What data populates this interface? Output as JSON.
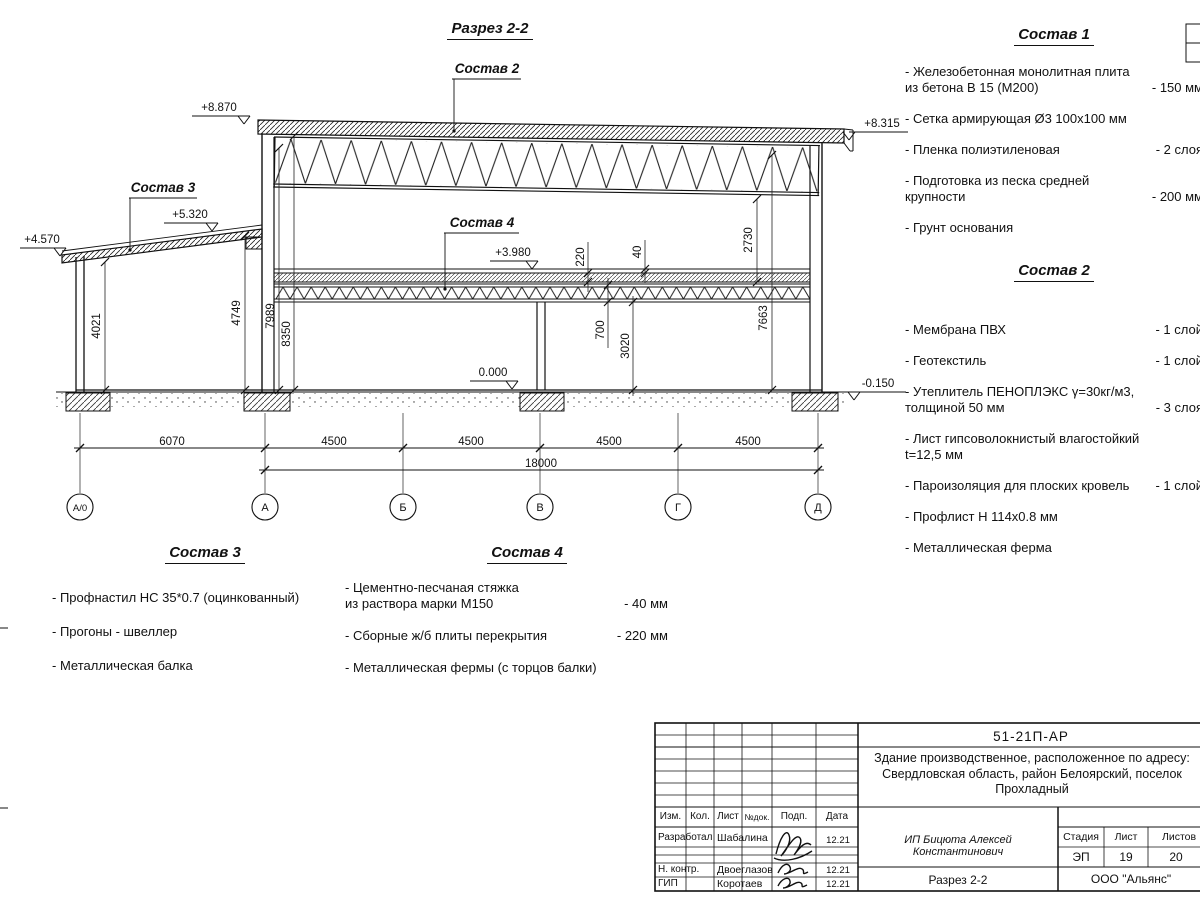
{
  "page": {
    "title": "Разрез 2-2"
  },
  "drawing": {
    "callouts": {
      "c2": "Состав 2",
      "c3": "Состав 3",
      "c4": "Состав 4"
    },
    "elevations": {
      "roof_left": "+8.870",
      "roof_right": "+8.315",
      "annex_high": "+5.320",
      "annex_low": "+4.570",
      "floor2": "+3.980",
      "floor0": "0.000",
      "ground": "-0.150"
    },
    "vertical_dims": {
      "annex_left": "4021",
      "annex_right": "4749",
      "wall_inner": "7989",
      "wall_full": "8350",
      "slab": "220",
      "screed": "40",
      "truss": "700",
      "clear": "3020",
      "roof_truss": "2730",
      "hall": "7663"
    },
    "horizontal_dims": {
      "d1": "6070",
      "d2": "4500",
      "d3": "4500",
      "d4": "4500",
      "d5": "4500",
      "total": "18000"
    },
    "axes": [
      "А/0",
      "А",
      "Б",
      "В",
      "Г",
      "Д"
    ]
  },
  "specs": {
    "s1": {
      "heading": "Состав 1",
      "items": [
        {
          "text": "- Железобетонная  монолитная плита\nиз бетона В 15 (М200)",
          "value": "- 150 мм"
        },
        {
          "text": "- Сетка армирующая Ø3 100х100 мм",
          "value": ""
        },
        {
          "text": "- Пленка полиэтиленовая",
          "value": "- 2 слоя"
        },
        {
          "text": "- Подготовка из песка средней\nкрупности",
          "value": "- 200 мм"
        },
        {
          "text": "- Грунт основания",
          "value": ""
        }
      ]
    },
    "s2": {
      "heading": "Состав 2",
      "items": [
        {
          "text": "- Мембрана ПВХ",
          "value": "- 1 слой"
        },
        {
          "text": "- Геотекстиль",
          "value": "- 1 слой"
        },
        {
          "text": "- Утеплитель ПЕНОПЛЭКС γ=30кг/м3,\nтолщиной 50 мм",
          "value": "- 3 слоя"
        },
        {
          "text": "- Лист гипсоволокнистый влагостойкий\nt=12,5 мм",
          "value": ""
        },
        {
          "text": "- Пароизоляция для плоских кровель",
          "value": "- 1 слой"
        },
        {
          "text": "- Профлист Н 114х0.8 мм",
          "value": ""
        },
        {
          "text": "- Металлическая ферма",
          "value": ""
        }
      ]
    },
    "s3": {
      "heading": "Состав 3",
      "items": [
        {
          "text": "- Профнастил НС 35*0.7 (оцинкованный)",
          "value": ""
        },
        {
          "text": "- Прогоны - швеллер",
          "value": ""
        },
        {
          "text": "- Металлическая балка",
          "value": ""
        }
      ]
    },
    "s4": {
      "heading": "Состав 4",
      "items": [
        {
          "text": "- Цементно-песчаная стяжка\nиз раствора марки М150",
          "value": "- 40 мм"
        },
        {
          "text": "- Сборные ж/б плиты перекрытия",
          "value": "- 220 мм"
        },
        {
          "text": "- Металлическая фермы (с торцов балки)",
          "value": ""
        }
      ]
    }
  },
  "titleblock": {
    "doc_number": "51-21П-АР",
    "description": "Здание производственное, расположенное по адресу:\nСвердловская область, район Белоярский, поселок\nПрохладный",
    "columns": {
      "izm": "Изм.",
      "kol": "Кол.",
      "list": "Лист",
      "ndok": "№док.",
      "podp": "Подп.",
      "data": "Дата"
    },
    "rows": [
      {
        "role": "Разработал",
        "name": "Шабалина",
        "date": "12.21"
      },
      {
        "role": "Н. контр.",
        "name": "Двоеглазов",
        "date": "12.21"
      },
      {
        "role": "ГИП",
        "name": "Коротаев",
        "date": "12.21"
      }
    ],
    "org": "ИП Бицюта Алексей Константинович",
    "stage_header": {
      "stage": "Стадия",
      "sheet": "Лист",
      "sheets": "Листов"
    },
    "stage_values": {
      "stage": "ЭП",
      "sheet": "19",
      "sheets": "20"
    },
    "drawing_name": "Разрез 2-2",
    "company": "ООО \"Альянс\""
  }
}
